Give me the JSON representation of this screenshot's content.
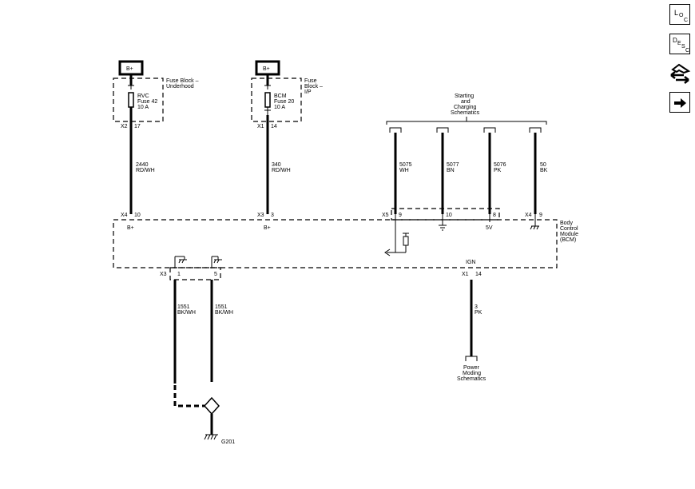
{
  "fuses": {
    "left": {
      "power": "B+",
      "block": [
        "Fuse Block –",
        "Underhood"
      ],
      "fuse": [
        "RVC",
        "Fuse 42",
        "10 A"
      ],
      "conn": "X2",
      "pin": "17"
    },
    "mid": {
      "power": "B+",
      "block": [
        "Fuse",
        "Block –",
        "I/P"
      ],
      "fuse": [
        "BCM",
        "Fuse 20",
        "10 A"
      ],
      "conn": "X1",
      "pin": "14"
    }
  },
  "wires": {
    "w2440": {
      "circuit": "2440",
      "color": "RD/WH"
    },
    "w340": {
      "circuit": "340",
      "color": "RD/WH"
    },
    "w5075": {
      "circuit": "5075",
      "color": "WH"
    },
    "w5077": {
      "circuit": "5077",
      "color": "BN"
    },
    "w5076": {
      "circuit": "5076",
      "color": "PK"
    },
    "w50": {
      "circuit": "50",
      "color": "BK"
    },
    "w1551a": {
      "circuit": "1551",
      "color": "BK/WH"
    },
    "w1551b": {
      "circuit": "1551",
      "color": "BK/WH"
    },
    "w3": {
      "circuit": "3",
      "color": "PK"
    }
  },
  "starting": [
    "Starting",
    "and",
    "Charging",
    "Schematics"
  ],
  "bcm": {
    "name": [
      "Body",
      "Control",
      "Module",
      "(BCM)"
    ],
    "pins": {
      "x4_10": {
        "conn": "X4",
        "pin": "10",
        "label": "B+"
      },
      "x3_3": {
        "conn": "X3",
        "pin": "3",
        "label": "B+"
      },
      "x5_9": {
        "conn": "X5",
        "pin": "9"
      },
      "x5_10": {
        "pin": "10"
      },
      "x5_8": {
        "pin": "8",
        "label": "5V"
      },
      "x4_9": {
        "conn": "X4",
        "pin": "9"
      },
      "x3_1": {
        "conn": "X3",
        "pin": "1"
      },
      "x3_5": {
        "pin": "5"
      },
      "x1_14": {
        "conn": "X1",
        "pin": "14",
        "label": "IGN"
      }
    }
  },
  "power_moding": [
    "Power",
    "Moding",
    "Schematics"
  ],
  "ground": "G201",
  "nav": {
    "loc": {
      "main": "L",
      "sup": "O",
      "sub": "C"
    },
    "desc": {
      "main": "D",
      "sup": "E",
      "sub": "S",
      "sub2": "C"
    }
  }
}
